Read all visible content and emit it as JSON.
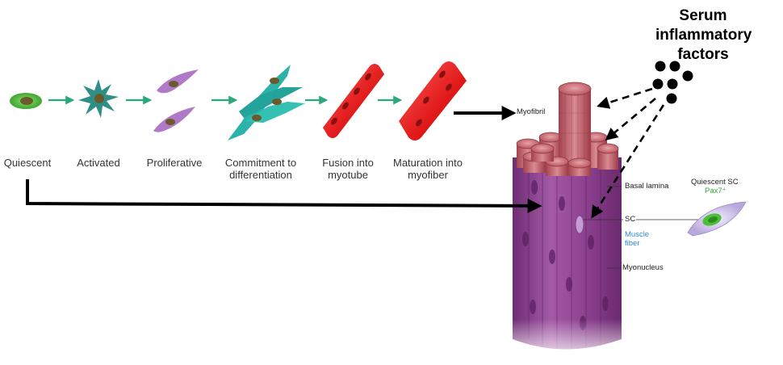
{
  "stages": [
    {
      "label": "Quiescent",
      "icon": "quiescent-cell-icon"
    },
    {
      "label": "Activated",
      "icon": "activated-cell-icon"
    },
    {
      "label": "Proliferative",
      "icon": "proliferative-cells-icon"
    },
    {
      "label": "Commitment to differentiation",
      "icon": "committed-cells-icon"
    },
    {
      "label": "Fusion into myotube",
      "icon": "myotube-icon"
    },
    {
      "label": "Maturation into myofiber",
      "icon": "myofiber-icon"
    }
  ],
  "factors": {
    "label": "Serum inflammatory factors"
  },
  "anatomy": {
    "myofibril": "Myofibril",
    "basal_lamina": "Basal lamina",
    "sc": "SC",
    "muscle_fiber": "Muscle fiber",
    "myonucleus": "Myonucleus",
    "quiescent_sc": "Quiescent SC",
    "pax7": "Pax7⁺"
  },
  "colors": {
    "green_arrow": "#2aa87a",
    "quiescent_cell": "#4cbf3a",
    "activated_cell": "#2f8f86",
    "proliferative_cell": "#b07ac8",
    "committed_cell": "#2bb3a9",
    "myotube": "#e32222",
    "fiber_purple": "#8a3e8c",
    "fibril_pink": "#c76a76",
    "muscle_fiber_text": "#2a8ad6",
    "pax7_text": "#3aa63a"
  }
}
